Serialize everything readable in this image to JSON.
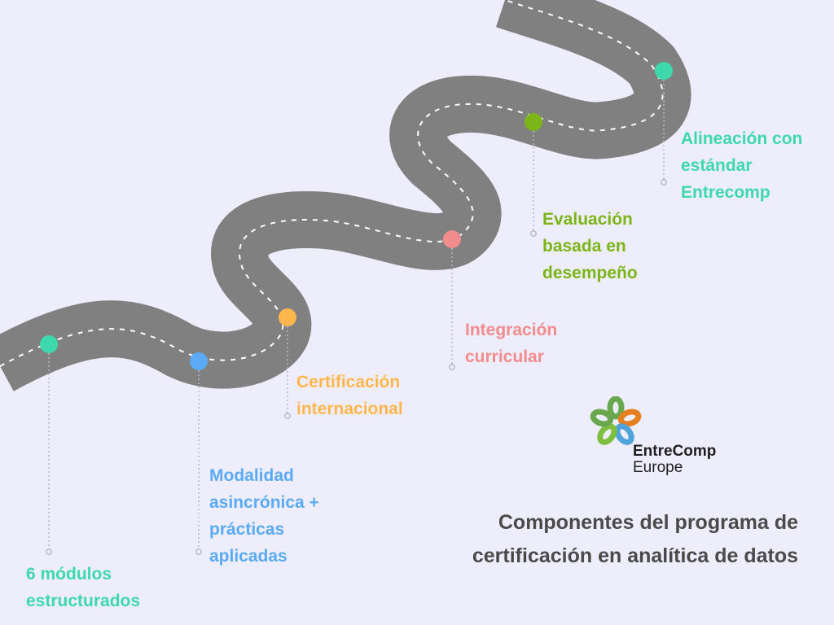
{
  "title_lines": [
    "Componentes del programa de",
    "certificación en analítica de datos"
  ],
  "logo": {
    "word_1": "EntreComp",
    "word_2": "Europe",
    "petal_colors": [
      "#6aa84f",
      "#e67e22",
      "#4fa3d9",
      "#7fbf3f"
    ]
  },
  "road_colors": {
    "asphalt": "#808080",
    "dash": "#ffffff",
    "leader": "#b8b8c8"
  },
  "milestones": [
    {
      "lines": [
        "6 módulos",
        "estructurados"
      ],
      "color": "#3dd9ad"
    },
    {
      "lines": [
        "Modalidad",
        "asincrónica +",
        "prácticas",
        "aplicadas"
      ],
      "color": "#5aaaf5"
    },
    {
      "lines": [
        "Certificación",
        "internacional"
      ],
      "color": "#ffb74d"
    },
    {
      "lines": [
        "Integración",
        "curricular"
      ],
      "color": "#f28c8c"
    },
    {
      "lines": [
        "Evaluación",
        "basada en",
        "desempeño"
      ],
      "color": "#7cb518"
    },
    {
      "lines": [
        "Alineación con",
        "estándar",
        "Entrecomp"
      ],
      "color": "#3dd9ad"
    }
  ]
}
